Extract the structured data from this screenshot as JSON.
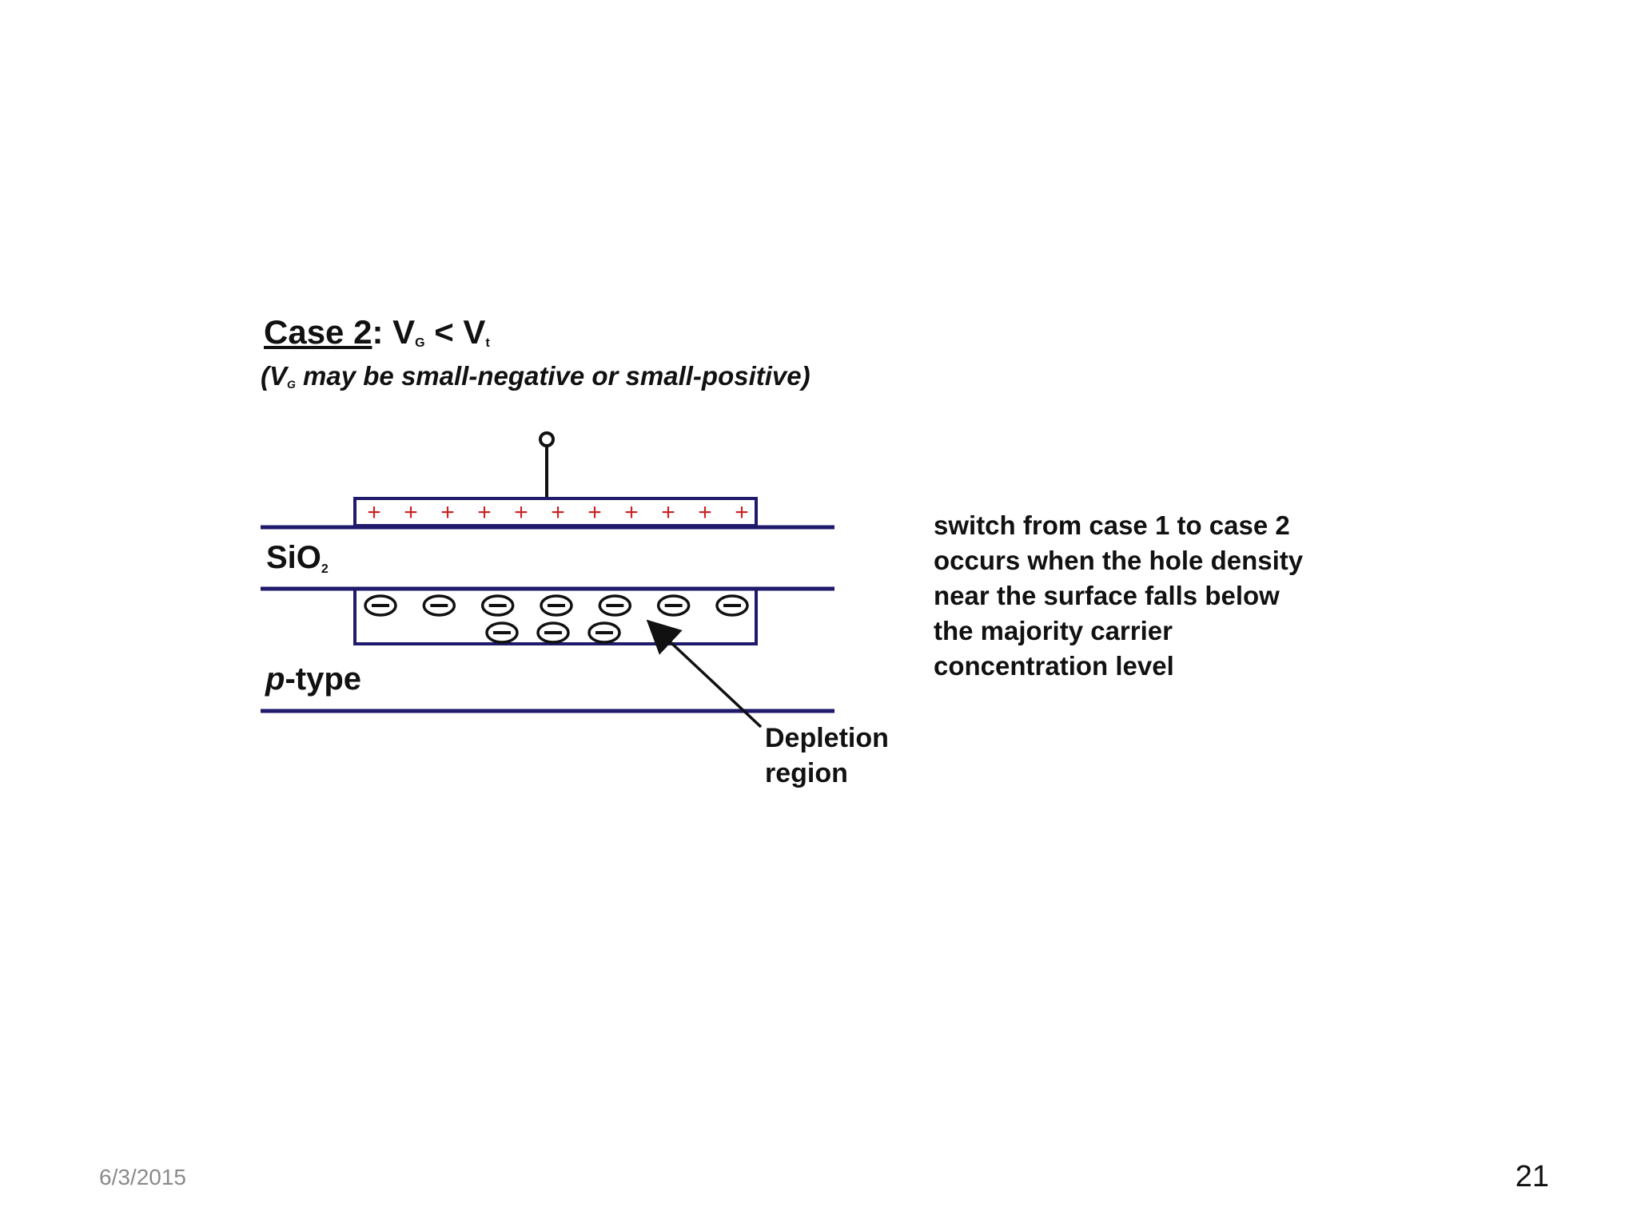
{
  "slide": {
    "title": {
      "case_label": "Case 2",
      "colon": ": V",
      "sub_g": "G",
      "lt": " < V",
      "sub_t": "t"
    },
    "subtitle": {
      "open": "(V",
      "sub_g": "G",
      "rest": " may be small-negative or small-positive)"
    },
    "labels": {
      "sio2_main": "SiO",
      "sio2_sub": "2",
      "ptype_italic": "p",
      "ptype_rest": "-type",
      "depletion_line1": "Depletion",
      "depletion_line2": "region"
    },
    "note_lines": [
      "switch from case 1 to case 2",
      "occurs when the hole density",
      "near the surface falls below",
      "the majority carrier",
      "concentration level"
    ],
    "footer": {
      "date": "6/3/2015",
      "page_number": "21"
    }
  },
  "diagram": {
    "gate_charge_symbol": "+",
    "gate_charge_count": 11,
    "depletion_charge_symbol": "⊖",
    "depletion_row1_count": 7,
    "depletion_row2_count": 3,
    "colors": {
      "outline": "#1f1a6b",
      "positive_charge": "#cc2222",
      "ink": "#111111"
    }
  }
}
